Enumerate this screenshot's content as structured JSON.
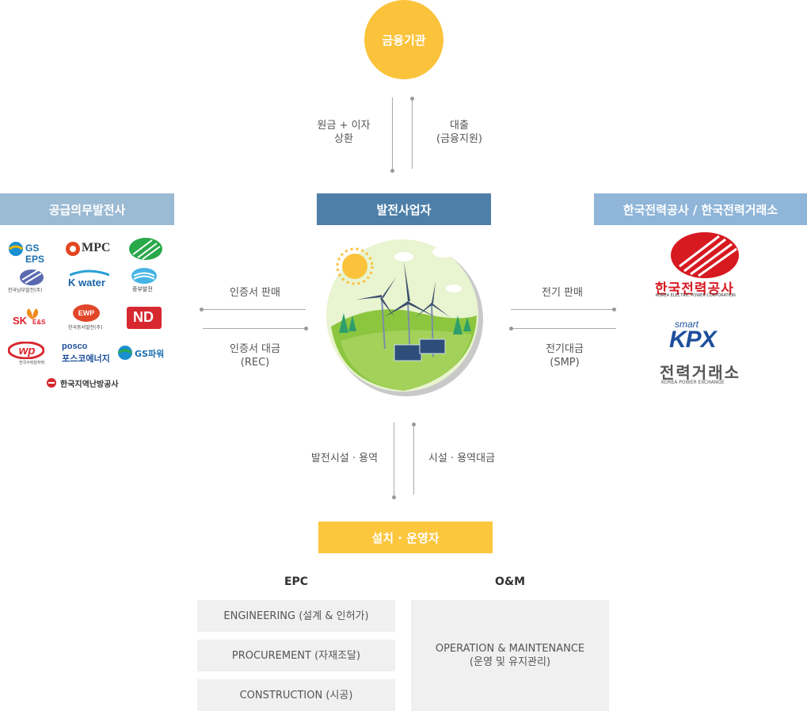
{
  "nodes": {
    "finance": "금융기관",
    "obligated": "공급의무발전사",
    "generator": "발전사업자",
    "kepco_kpx": "한국전력공사 / 한국전력거래소",
    "installer": "설치 · 운영자"
  },
  "flows": {
    "repay": "원금 + 이자\n상환",
    "loan": "대출\n(금융지원)",
    "cert_sale": "인증서 판매",
    "cert_payment": "인증서 대금\n(REC)",
    "power_sale": "전기 판매",
    "power_payment": "전기대금\n(SMP)",
    "facility_service": "발전시설 · 용역",
    "facility_payment": "시설 · 용역대금"
  },
  "logos": {
    "gs_eps": "GS EPS",
    "mpc": "MPC",
    "kosep": "한국남부발전(주)",
    "kwater": "K water",
    "komipo": "중부발전",
    "sk": "SK",
    "sk_sub": "E&S",
    "kewp": "한국동서발전(주)",
    "nd": "ND",
    "kwp_sub": "한국수력원자력",
    "posco_top": "posco",
    "posco": "포스코에너지",
    "gs_power": "GS파워",
    "kdhc": "한국지역난방공사",
    "kepco_name": "한국전력공사",
    "kepco_en": "KOREA ELECTRIC POWER CORPORATION",
    "kpx_smart": "smart",
    "kpx": "KPX",
    "kpx_name": "전력거래소",
    "kpx_en": "KOREA POWER EXCHANGE"
  },
  "epc": {
    "title": "EPC",
    "items": [
      "ENGINEERING (설계 & 인허가)",
      "PROCUREMENT (자재조달)",
      "CONSTRUCTION (시공)"
    ]
  },
  "om": {
    "title": "O&M",
    "text": "OPERATION & MAINTENANCE\n(운영 및 유지관리)"
  },
  "colors": {
    "finance": "#fbc33b",
    "obligated": "#9bbad3",
    "generator": "#4d7fa8",
    "kepco_kpx": "#8fb5d9",
    "installer": "#fcc63d",
    "kepco_red": "#d71920",
    "kpx_blue": "#1d4f9c"
  }
}
